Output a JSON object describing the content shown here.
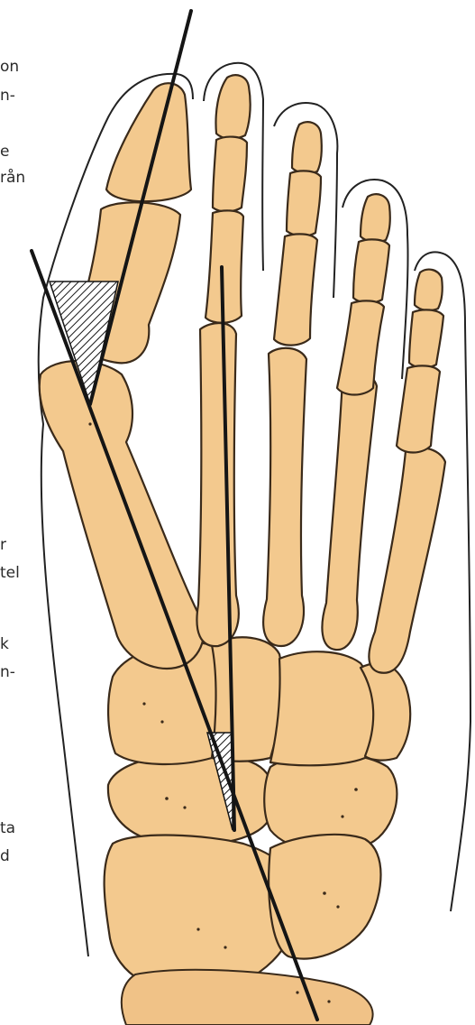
{
  "text_fragments": [
    "on",
    "n-",
    "e",
    "rån",
    "r",
    "tel",
    "k",
    "n-",
    "ta",
    "d"
  ],
  "colors": {
    "bone_fill": "#f3c98e",
    "bone_stroke": "#3a2a1a",
    "axis_line": "#151515",
    "background": "#ffffff"
  }
}
